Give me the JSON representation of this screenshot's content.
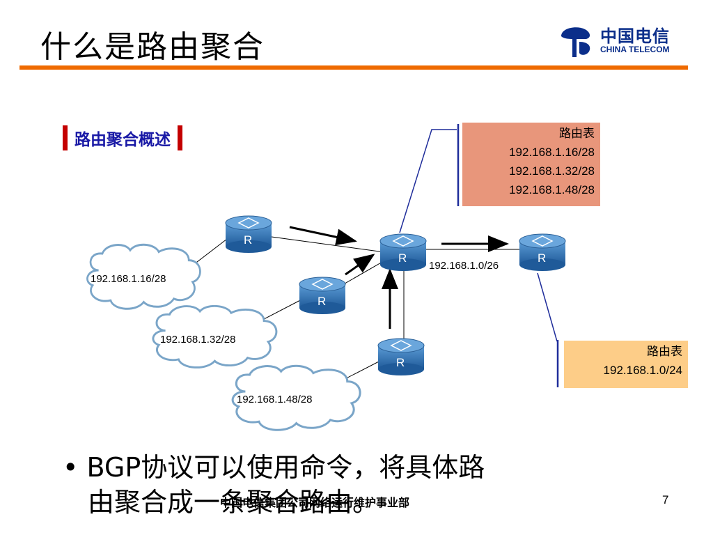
{
  "slide": {
    "title": "什么是路由聚合",
    "section_label": "路由聚合概述",
    "bullet_line1": "• BGP协议可以使用命令，将具体路",
    "bullet_line2": "由聚合成一条聚合路由。",
    "footer": "中国电信集团公司网络运行维护事业部",
    "page_number": "7"
  },
  "logo": {
    "cn": "中国电信",
    "en": "CHINA TELECOM",
    "color": "#0b2e8a"
  },
  "diagram": {
    "router_label": "R",
    "networks": [
      "192.168.1.16/28",
      "192.168.1.32/28",
      "192.168.1.48/28"
    ],
    "aggregate_link_label": "192.168.1.0/26",
    "routing_table_1": {
      "title": "路由表",
      "entries": [
        "192.168.1.16/28",
        "192.168.1.32/28",
        "192.168.1.48/28"
      ],
      "color": "#e8967b"
    },
    "routing_table_2": {
      "title": "路由表",
      "entries": [
        "192.168.1.0/24"
      ],
      "color": "#fdcd88"
    }
  },
  "colors": {
    "title_rule": "#ef6a00",
    "section_bar": "#c40000",
    "section_text": "#1a1aa6",
    "router": "#2e6fb0"
  }
}
